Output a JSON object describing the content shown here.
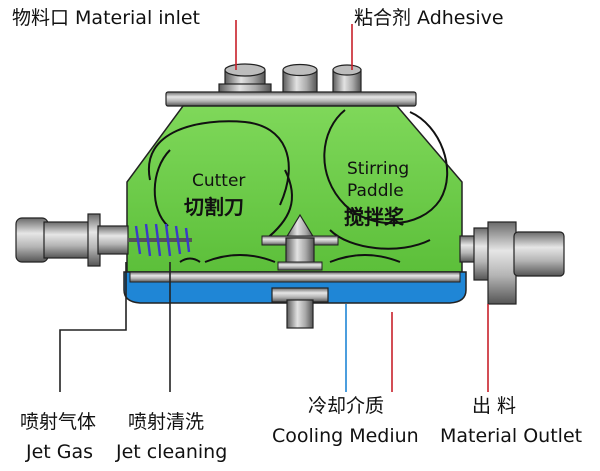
{
  "labels": {
    "material_inlet": "物料口 Material inlet",
    "adhesive": "粘合剂 Adhesive",
    "cutter_en": "Cutter",
    "cutter_zh": "切割刀",
    "stirring_en_1": "Stirring",
    "stirring_en_2": "Paddle",
    "stirring_zh": "搅拌桨",
    "jet_gas_zh": "喷射气体",
    "jet_gas_en": "Jet Gas",
    "jet_cleaning_zh": "喷射清洗",
    "jet_cleaning_en": "Jet cleaning",
    "cooling_zh": "冷却介质",
    "cooling_en": "Cooling Mediun",
    "outlet_zh": "出 料",
    "outlet_en": "Material Outlet"
  },
  "colors": {
    "vessel_green": "#6ccf48",
    "cooling_blue": "#1f86d6",
    "metal_gray": "#9a9a9a",
    "leader_red": "#c8202a",
    "leader_blue": "#1f86d6",
    "leader_black": "#222222",
    "cutter_blade": "#3a3ac8"
  }
}
